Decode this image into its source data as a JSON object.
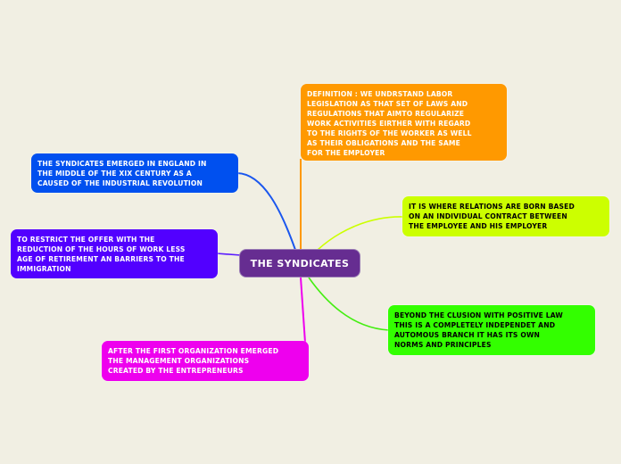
{
  "mindmap": {
    "background_color": "#f1efe3",
    "central": {
      "label": "THE SYNDICATES",
      "color": "#662d91",
      "text_color": "#ffffff"
    },
    "branches": [
      {
        "id": "definition",
        "text": "DEFINITION : WE UNDRSTAND LABOR\nLEGISLATION AS THAT SET OF LAWS AND\nREGULATIONS THAT AIMTO REGULARIZE\nWORK ACTIVITIES EIRTHER WITH REGARD\nTO THE RIGHTS OF THE WORKER AS WELL\nAS THEIR OBLIGATIONS AND THE SAME\nFOR THE EMPLOYER",
        "color": "#ff9900",
        "text_color": "#ffffff",
        "connector_color": "#ff9900"
      },
      {
        "id": "origin",
        "text": "THE SYNDICATES EMERGED IN ENGLAND IN\nTHE MIDDLE OF THE XIX CENTURY AS A\nCAUSED OF THE  INDUSTRIAL REVOLUTION",
        "color": "#0050ef",
        "text_color": "#ffffff",
        "connector_color": "#1a56ee"
      },
      {
        "id": "relations",
        "text": "IT IS WHERE RELATIONS ARE BORN BASED\nON AN INDIVIDUAL CONTRACT BETWEEN\nTHE EMPLOYEE AND HIS EMPLOYER",
        "color": "#ccff00",
        "text_color": "#000000",
        "connector_color": "#ccff00"
      },
      {
        "id": "restrict",
        "text": "TO RESTRICT THE OFFER WITH THE\nREDUCTION OF THE HOURS OF WORK LESS\nAGE OF RETIREMENT AN BARRIERS TO THE\nIMMIGRATION",
        "color": "#5200ff",
        "text_color": "#ffffff",
        "connector_color": "#5a1aff"
      },
      {
        "id": "beyond",
        "text": "BEYOND THE CLUSION WITH POSITIVE LAW\nTHIS IS A COMPLETELY INDEPENDET AND\nAUTOMOUS BRANCH IT HAS ITS OWN\nNORMS AND PRINCIPLES",
        "color": "#33ff00",
        "text_color": "#000000",
        "connector_color": "#44ee11"
      },
      {
        "id": "after",
        "text": "AFTER THE FIRST ORGANIZATION EMERGED\nTHE MANAGEMENT ORGANIZATIONS\nCREATED BY THE ENTREPRENEURS",
        "color": "#ee00ee",
        "text_color": "#ffffff",
        "connector_color": "#ee00ee"
      }
    ]
  }
}
